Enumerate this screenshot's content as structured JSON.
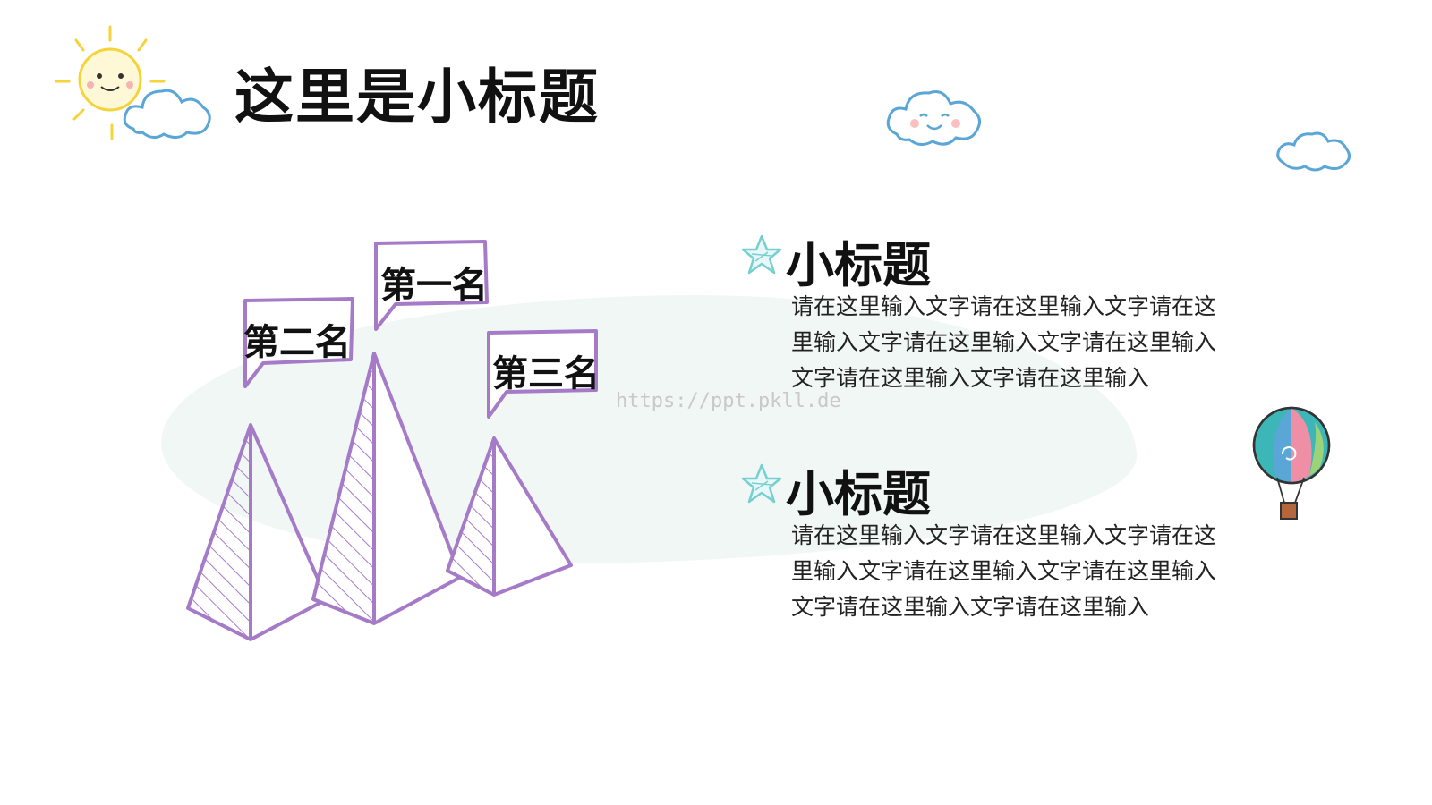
{
  "header": {
    "title": "这里是小标题"
  },
  "watermark": "https://ppt.pkll.de",
  "ranking": {
    "first": "第一名",
    "second": "第二名",
    "third": "第三名"
  },
  "sections": [
    {
      "title": "小标题",
      "body": "请在这里输入文字请在这里输入文字请在这里输入文字请在这里输入文字请在这里输入文字请在这里输入文字请在这里输入"
    },
    {
      "title": "小标题",
      "body": "请在这里输入文字请在这里输入文字请在这里输入文字请在这里输入文字请在这里输入文字请在这里输入文字请在这里输入"
    }
  ],
  "colors": {
    "accent_purple": "#a57bc8",
    "sun_yellow": "#f5d33a",
    "cloud_blue": "#5aa6d6",
    "star_teal": "#77cfcf"
  },
  "icons": [
    "sun-icon",
    "cloud-icon",
    "star-icon",
    "hot-air-balloon-icon",
    "mountain-illustration"
  ]
}
